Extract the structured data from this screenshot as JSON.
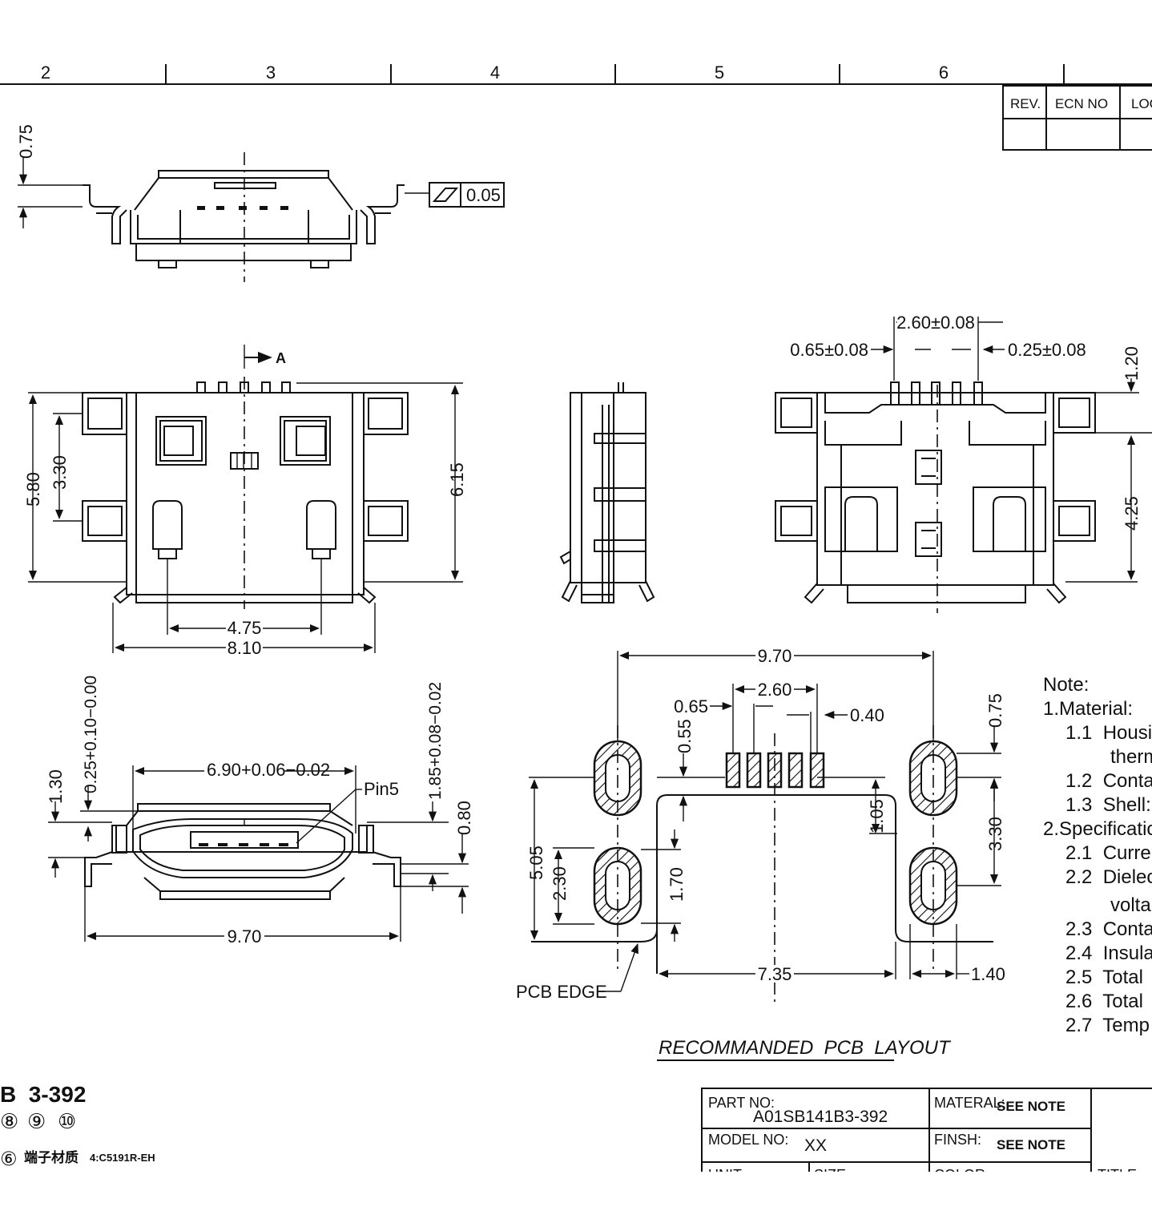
{
  "ruler": {
    "zones": [
      "2",
      "3",
      "4",
      "5",
      "6"
    ]
  },
  "rev_table": {
    "headers": [
      "REV.",
      "ECN NO",
      "LOC"
    ]
  },
  "front_view": {
    "flatness_symbol": "▱",
    "flatness_value": "0.05",
    "dim_0_75": "0.75"
  },
  "top_view": {
    "section_marker": "A",
    "dims": {
      "h_5_80": "5.80",
      "h_3_30": "3.30",
      "h_6_15": "6.15",
      "w_4_75": "4.75",
      "w_8_10": "8.10"
    }
  },
  "bottom_view": {
    "dims": {
      "w_2_60": "2.60±0.08",
      "w_0_65": "0.65±0.08",
      "w_0_25": "0.25±0.08",
      "h_1_20": "1.20",
      "h_4_25": "4.25"
    }
  },
  "end_view": {
    "dims": {
      "h_1_30": "1.30",
      "h_0_25": "0.25+0.10−0.00",
      "w_6_90": "6.90+0.06−0.02",
      "pin_label": "Pin5",
      "h_1_85": "1.85+0.08−0.02",
      "h_0_80": "0.80",
      "w_9_70": "9.70"
    }
  },
  "pcb_layout": {
    "title": "RECOMMANDED  PCB  LAYOUT",
    "pcb_edge": "PCB EDGE",
    "dims": {
      "w_9_70": "9.70",
      "w_2_60": "2.60",
      "w_0_65": "0.65",
      "w_0_40": "0.40",
      "h_0_55": "0.55",
      "h_0_75": "0.75",
      "h_1_05": "1.05",
      "h_3_30": "3.30",
      "h_5_05": "5.05",
      "h_2_30": "2.30",
      "h_1_70": "1.70",
      "w_7_35": "7.35",
      "w_1_40": "1.40"
    }
  },
  "notes": {
    "heading": "Note:",
    "lines": [
      "1.Material:",
      "1.1  Housi",
      "therm",
      "1.2  Conta",
      "1.3  Shell:",
      "2.Specificatio",
      "2.1  Curre",
      "2.2  Dielec",
      "volta",
      "2.3  Conta",
      "2.4  Insula",
      "2.5  Total",
      "2.6  Total",
      "2.7  Temp"
    ]
  },
  "left_block": {
    "title": "B  3-392",
    "circled": [
      "⑧",
      "⑨",
      "⑩"
    ],
    "circled_six": "⑥",
    "material_label": "端子材质",
    "material_value": "4:C5191R-EH"
  },
  "title_block": {
    "part_no_label": "PART NO:",
    "part_no_value": "A01SB141B3-392",
    "material_label": "MATERAL:",
    "material_value": "SEE NOTE",
    "model_no_label": "MODEL NO:",
    "model_no_value": "XX",
    "finish_label": "FINSH:",
    "finish_value": "SEE NOTE",
    "unit_label": "UNIT:",
    "size_label": "SIZE:",
    "color_label": "COLOR:",
    "title_label": "TITLE:"
  }
}
